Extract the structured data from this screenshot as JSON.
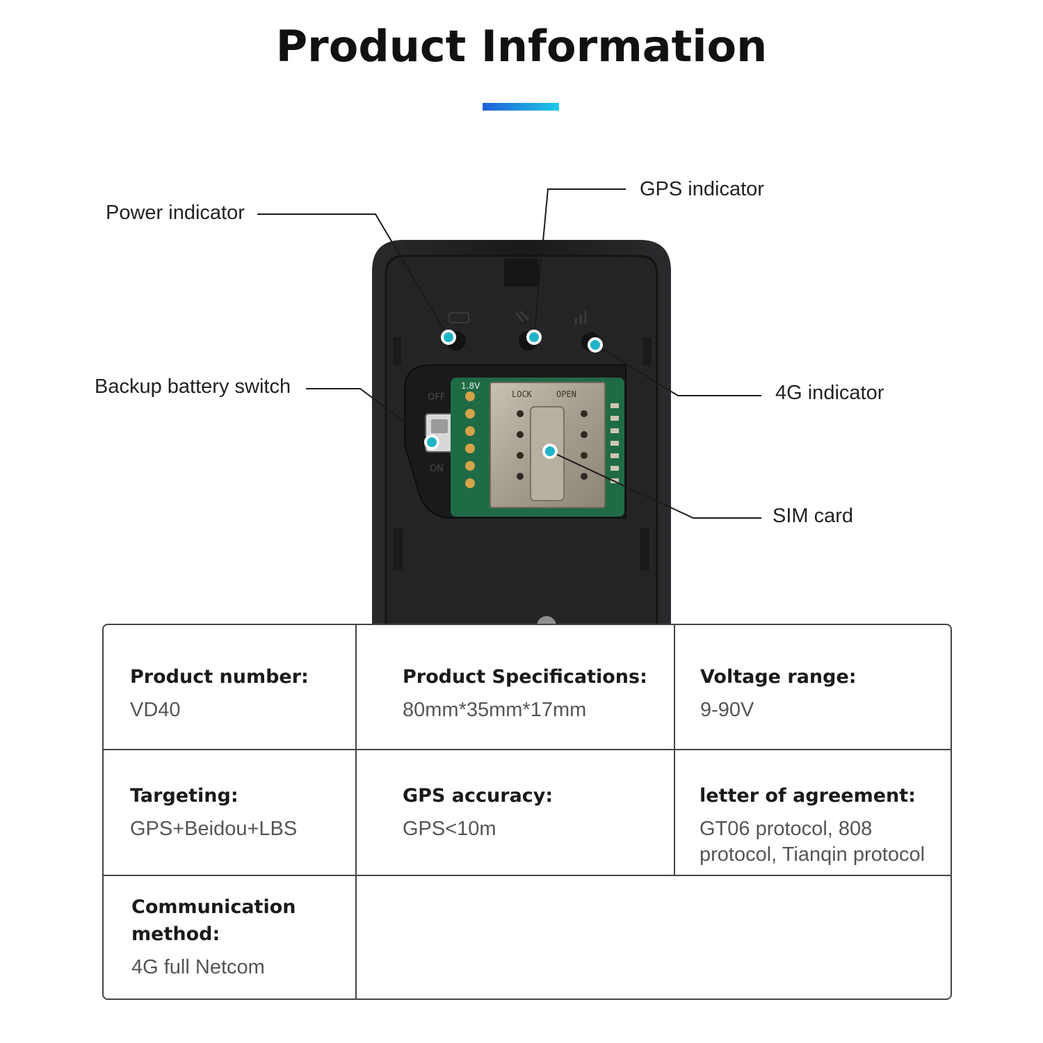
{
  "header": {
    "title": "Product Information"
  },
  "callouts": {
    "power_indicator": "Power indicator",
    "gps_indicator": "GPS indicator",
    "fourg_indicator": "4G indicator",
    "backup_battery_switch": "Backup battery switch",
    "sim_card": "SIM card"
  },
  "device": {
    "pcb_voltage": "1.8V",
    "sim_lock_text": "LOCK",
    "sim_open_text": "OPEN",
    "switch_off": "OFF",
    "switch_on": "ON"
  },
  "specs": {
    "product_number": {
      "label": "Product number:",
      "value": "VD40"
    },
    "product_specifications": {
      "label": "Product Specifications:",
      "value": "80mm*35mm*17mm"
    },
    "voltage_range": {
      "label": "Voltage range:",
      "value": "9-90V"
    },
    "targeting": {
      "label": "Targeting:",
      "value": "GPS+Beidou+LBS"
    },
    "gps_accuracy": {
      "label": "GPS accuracy:",
      "value": "GPS<10m"
    },
    "letter_of_agreement": {
      "label": "letter of agreement:",
      "value": "GT06 protocol, 808 protocol, Tianqin protocol"
    },
    "communication_method": {
      "label": "Communication method:",
      "value": "4G full Netcom"
    }
  },
  "colors": {
    "accent_gradient_start": "#1f5fd6",
    "accent_gradient_end": "#1ec8e8",
    "marker": "#1fb3c6",
    "device_body": "#1c1c1e"
  }
}
